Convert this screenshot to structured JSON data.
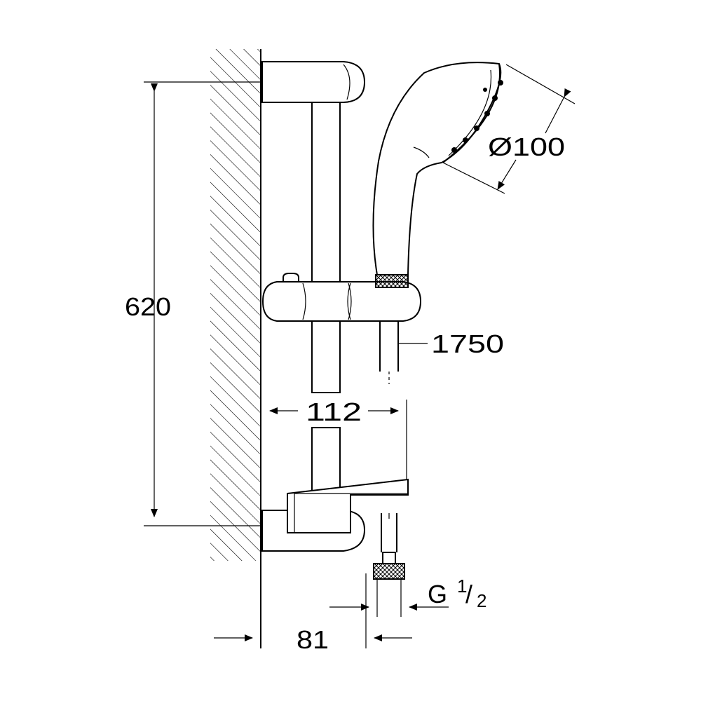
{
  "dimensions": {
    "height": "620",
    "head_diameter": "Ø100",
    "hose_length": "1750",
    "projection": "112",
    "wall_offset": "81",
    "thread": "G",
    "thread_frac_num": "1",
    "thread_frac_den": "2"
  }
}
